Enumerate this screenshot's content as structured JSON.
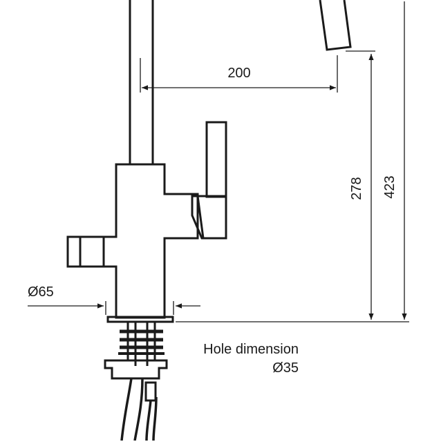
{
  "drawing": {
    "dimensions": {
      "spout_reach": "200",
      "spout_height": "278",
      "total_height": "423",
      "base_diameter": "Ø65"
    },
    "hole": {
      "title": "Hole dimension",
      "diameter": "Ø35"
    },
    "colors": {
      "line": "#1a1a1a",
      "background": "#ffffff"
    }
  }
}
